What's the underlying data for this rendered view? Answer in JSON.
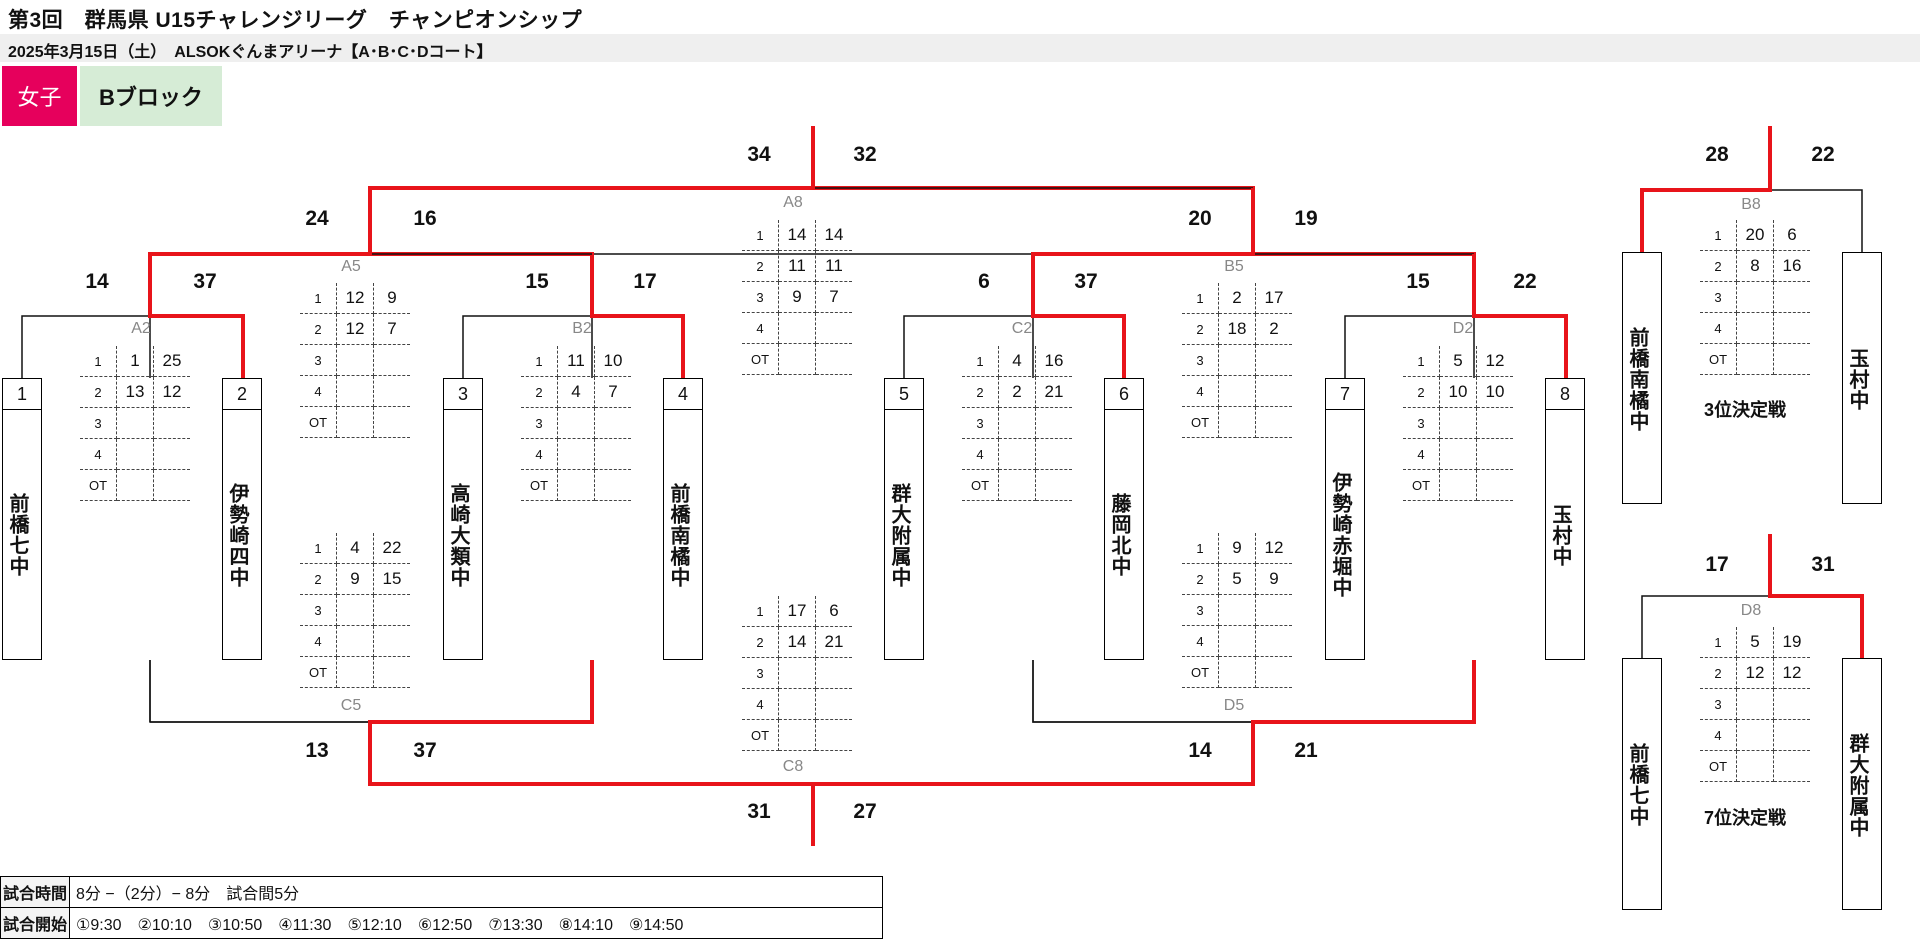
{
  "header": {
    "title": "第3回　群馬県 U15チャレンジリーグ　チャンピオンシップ",
    "subtitle": "2025年3月15日（土）　ALSOKぐんまアリーナ【A･B･C･Dコート】",
    "gender": "女子",
    "block": "Bブロック"
  },
  "colors": {
    "gender_badge": "#e6005c",
    "block_badge": "#d6ecd6",
    "winner_line": "#e8141a",
    "code_gray": "#888888"
  },
  "teams": [
    {
      "seed": "1",
      "name": "前橋七中"
    },
    {
      "seed": "2",
      "name": "伊勢崎四中"
    },
    {
      "seed": "3",
      "name": "高崎大類中"
    },
    {
      "seed": "4",
      "name": "前橋南橘中"
    },
    {
      "seed": "5",
      "name": "群大附属中"
    },
    {
      "seed": "6",
      "name": "藤岡北中"
    },
    {
      "seed": "7",
      "name": "伊勢崎赤堀中"
    },
    {
      "seed": "8",
      "name": "玉村中"
    }
  ],
  "side_teams": {
    "third_left": "前橋南橘中",
    "third_right": "玉村中",
    "seventh_left": "前橋七中",
    "seventh_right": "群大附属中"
  },
  "labels": {
    "third_place": "3位決定戦",
    "seventh_place": "7位決定戦"
  },
  "period_labels": [
    "1",
    "2",
    "3",
    "4",
    "OT"
  ],
  "matches": {
    "A2": {
      "code": "A2",
      "left": "14",
      "right": "37",
      "periods": [
        [
          "1",
          "25"
        ],
        [
          "13",
          "12"
        ],
        [
          "",
          ""
        ],
        [
          "",
          ""
        ],
        [
          "",
          ""
        ]
      ]
    },
    "B2": {
      "code": "B2",
      "left": "15",
      "right": "17",
      "periods": [
        [
          "11",
          "10"
        ],
        [
          "4",
          "7"
        ],
        [
          "",
          ""
        ],
        [
          "",
          ""
        ],
        [
          "",
          ""
        ]
      ]
    },
    "C2": {
      "code": "C2",
      "left": "6",
      "right": "37",
      "periods": [
        [
          "4",
          "16"
        ],
        [
          "2",
          "21"
        ],
        [
          "",
          ""
        ],
        [
          "",
          ""
        ],
        [
          "",
          ""
        ]
      ]
    },
    "D2": {
      "code": "D2",
      "left": "15",
      "right": "22",
      "periods": [
        [
          "5",
          "12"
        ],
        [
          "10",
          "10"
        ],
        [
          "",
          ""
        ],
        [
          "",
          ""
        ],
        [
          "",
          ""
        ]
      ]
    },
    "A5": {
      "code": "A5",
      "left": "24",
      "right": "16",
      "periods": [
        [
          "12",
          "9"
        ],
        [
          "12",
          "7"
        ],
        [
          "",
          ""
        ],
        [
          "",
          ""
        ],
        [
          "",
          ""
        ]
      ]
    },
    "B5": {
      "code": "B5",
      "left": "20",
      "right": "19",
      "periods": [
        [
          "2",
          "17"
        ],
        [
          "18",
          "2"
        ],
        [
          "",
          ""
        ],
        [
          "",
          ""
        ],
        [
          "",
          ""
        ]
      ]
    },
    "C5": {
      "code": "C5",
      "left": "13",
      "right": "37",
      "periods": [
        [
          "4",
          "22"
        ],
        [
          "9",
          "15"
        ],
        [
          "",
          ""
        ],
        [
          "",
          ""
        ],
        [
          "",
          ""
        ]
      ]
    },
    "D5": {
      "code": "D5",
      "left": "14",
      "right": "21",
      "periods": [
        [
          "9",
          "12"
        ],
        [
          "5",
          "9"
        ],
        [
          "",
          ""
        ],
        [
          "",
          ""
        ],
        [
          "",
          ""
        ]
      ]
    },
    "A8": {
      "code": "A8",
      "left": "34",
      "right": "32",
      "periods": [
        [
          "14",
          "14"
        ],
        [
          "11",
          "11"
        ],
        [
          "9",
          "7"
        ],
        [
          "",
          ""
        ],
        [
          "",
          ""
        ]
      ]
    },
    "C8": {
      "code": "C8",
      "left": "31",
      "right": "27",
      "periods": [
        [
          "17",
          "6"
        ],
        [
          "14",
          "21"
        ],
        [
          "",
          ""
        ],
        [
          "",
          ""
        ],
        [
          "",
          ""
        ]
      ]
    },
    "B8": {
      "code": "B8",
      "left": "28",
      "right": "22",
      "periods": [
        [
          "20",
          "6"
        ],
        [
          "8",
          "16"
        ],
        [
          "",
          ""
        ],
        [
          "",
          ""
        ],
        [
          "",
          ""
        ]
      ]
    },
    "D8": {
      "code": "D8",
      "left": "17",
      "right": "31",
      "periods": [
        [
          "5",
          "19"
        ],
        [
          "12",
          "12"
        ],
        [
          "",
          ""
        ],
        [
          "",
          ""
        ],
        [
          "",
          ""
        ]
      ]
    }
  },
  "info": {
    "time_label": "試合時間",
    "time_value": "8分 −（2分）− 8分　試合間5分",
    "start_label": "試合開始",
    "start_value": "①9:30　②10:10　③10:50　④11:30　⑤12:10　⑥12:50　⑦13:30　⑧14:10　⑨14:50"
  }
}
